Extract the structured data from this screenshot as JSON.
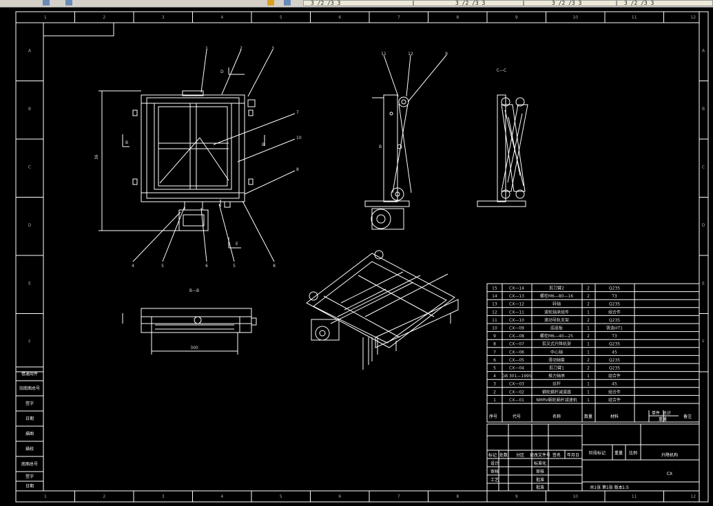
{
  "toolbar": {
    "tabs": [
      {
        "label": "3 /2 /3 3"
      },
      {
        "label": "3 /2 /3 3"
      },
      {
        "label": "3 /2 /3 3"
      },
      {
        "label": "3 /2 /3 3"
      }
    ]
  },
  "border": {
    "columns": [
      "1",
      "2",
      "3",
      "4",
      "5",
      "6",
      "7",
      "8",
      "9",
      "10",
      "11",
      "12"
    ],
    "rows": [
      "A",
      "B",
      "C",
      "D",
      "E",
      "F"
    ]
  },
  "views": {
    "front": {
      "callouts_top": [
        "1",
        "2",
        "3"
      ],
      "callouts_right": [
        "7",
        "10",
        "8"
      ],
      "callouts_bottom": [
        "4",
        "5",
        "6",
        "5",
        "8"
      ],
      "section_marks": [
        "D",
        "B",
        "B",
        "E"
      ],
      "dimension": "36"
    },
    "side": {
      "callouts": [
        "11",
        "12",
        "9"
      ],
      "dimension": "B"
    },
    "section": {
      "label": "C—C"
    },
    "bottom": {
      "label": "B—B",
      "dimension": "300"
    }
  },
  "parts_table": {
    "headers": [
      "序号",
      "代号",
      "名称",
      "数量",
      "材料",
      "单件",
      "总计",
      "备注"
    ],
    "weight_header": "重量",
    "rows": [
      {
        "no": "15",
        "code": "CX—14",
        "name": "剪刀臂2",
        "qty": "2",
        "mat": "Q235"
      },
      {
        "no": "14",
        "code": "CX—13",
        "name": "螺栓M6—80—16",
        "qty": "2",
        "mat": "T3"
      },
      {
        "no": "13",
        "code": "CX—12",
        "name": "转轴",
        "qty": "2",
        "mat": "Q235"
      },
      {
        "no": "12",
        "code": "CX—11",
        "name": "滚轮轴承组件",
        "qty": "1",
        "mat": "组合件"
      },
      {
        "no": "11",
        "code": "CX—10",
        "name": "滚动导轨支架",
        "qty": "2",
        "mat": "Q235"
      },
      {
        "no": "10",
        "code": "CX—09",
        "name": "底座板",
        "qty": "1",
        "mat": "铸造HT1"
      },
      {
        "no": "9",
        "code": "CX—08",
        "name": "螺栓M6—40—25",
        "qty": "2",
        "mat": "T3"
      },
      {
        "no": "8",
        "code": "CX—07",
        "name": "剪叉式升降机架",
        "qty": "1",
        "mat": "Q235"
      },
      {
        "no": "7",
        "code": "CX—06",
        "name": "中心轴",
        "qty": "1",
        "mat": "45"
      },
      {
        "no": "6",
        "code": "CX—05",
        "name": "滑动轴套",
        "qty": "2",
        "mat": "Q235"
      },
      {
        "no": "5",
        "code": "CX—04",
        "name": "剪刀臂1",
        "qty": "2",
        "mat": "Q235"
      },
      {
        "no": "4",
        "code": "GB 301—1995",
        "name": "推力轴承",
        "qty": "1",
        "mat": "组合件"
      },
      {
        "no": "3",
        "code": "CX—03",
        "name": "丝杆",
        "qty": "1",
        "mat": "45"
      },
      {
        "no": "2",
        "code": "CX—02",
        "name": "蜗轮蜗杆减速器",
        "qty": "1",
        "mat": "组合件"
      },
      {
        "no": "1",
        "code": "CX—01",
        "name": "NMRV蜗轮蜗杆减速机",
        "qty": "1",
        "mat": "组合件"
      }
    ]
  },
  "title_block": {
    "drawing_title": "升降机构",
    "drawing_code": "CX",
    "revision_headers": [
      "标记",
      "处数",
      "分区",
      "更改文件号",
      "签名",
      "年月日"
    ],
    "role_labels": [
      "设计",
      "审核",
      "工艺",
      "标准化",
      "批准"
    ],
    "mid_labels": [
      "标准化",
      "审核",
      "批准"
    ],
    "stage_headers": [
      "阶段标记",
      "重量",
      "比例"
    ],
    "scale": "1:5",
    "sheet_info": "共1张 第1张 版本"
  },
  "side_panel": {
    "labels": [
      "借通用件",
      "旧底图总号",
      "签字",
      "日期",
      "描图",
      "描校",
      "底图总号",
      "签字",
      "日期"
    ]
  }
}
